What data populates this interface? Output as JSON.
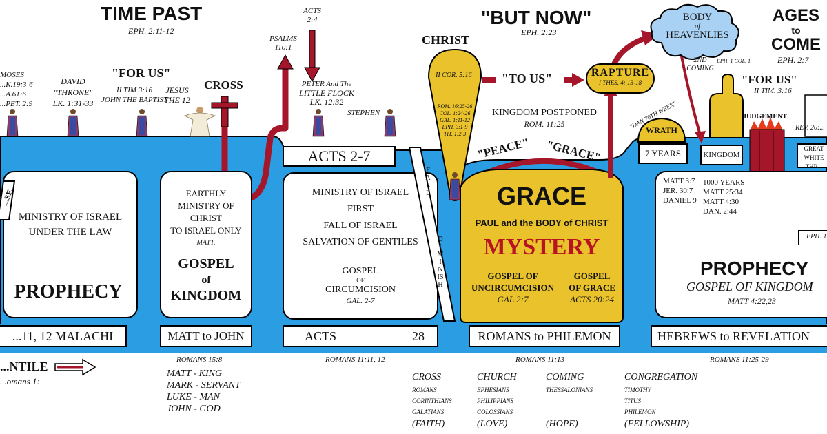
{
  "headings": {
    "time_past": "TIME PAST",
    "time_past_ref": "EPH. 2:11-12",
    "but_now": "\"BUT NOW\"",
    "but_now_ref": "EPH. 2:23",
    "ages": "AGES",
    "ages_to": "to",
    "ages_come": "COME",
    "ages_ref": "EPH. 2:7"
  },
  "cloud": {
    "line1": "BODY",
    "line2": "of",
    "line3": "HEAVENLIES"
  },
  "figures_labels": {
    "moses": [
      "MOSES",
      "...K.19:3-6",
      "...A.61:6",
      "...PET. 2:9"
    ],
    "david": [
      "DAVID",
      "\"THRONE\"",
      "LK. 1:31-33"
    ],
    "for_us_left": "\"FOR US\"",
    "for_us_left_refs": [
      "II TIM 3:16",
      "JOHN THE BAPTIST"
    ],
    "jesus": [
      "JESUS",
      "THE 12"
    ],
    "cross": "CROSS",
    "psalms": [
      "PSALMS",
      "110:1"
    ],
    "acts_top": [
      "ACTS",
      "2:4"
    ],
    "peter": [
      "PETER And The",
      "LITTLE FLOCK",
      "LK. 12:32"
    ],
    "stephen": "STEPHEN"
  },
  "christ": {
    "label": "CHRIST",
    "ref": "II COR. 5:16",
    "refs": [
      "ROM. 16:25-26",
      "COL. 1:24-26",
      "GAL. 1:11-12",
      "EPH. 3:1-9",
      "TIT. 1:2-3"
    ]
  },
  "to_us": "\"TO US\"",
  "rapture": {
    "label": "RAPTURE",
    "ref": "I THES. 4: 13-18"
  },
  "kingdom_postponed": {
    "label": "KINGDOM POSTPONED",
    "ref": "ROM. 11:25"
  },
  "right_top": {
    "second_coming": [
      "2ND",
      "COMING"
    ],
    "eph_ref": "EPH. 1 COL. 1",
    "for_us_right": "\"FOR US\"",
    "for_us_right_ref": "II TIM. 3:16",
    "dan": "\"DAN 70TH WEEK\"",
    "wrath": "WRATH",
    "judgement": "JUDGEMENT",
    "rev_ref": "REV. 20:..."
  },
  "arch": {
    "peace": "\"PEACE\"",
    "grace": "\"GRACE\""
  },
  "grace_panel": {
    "title": "GRACE",
    "subtitle": "PAUL and the BODY of CHRIST",
    "mystery": "MYSTERY",
    "left": [
      "GOSPEL OF",
      "UNCIRCUMCISION",
      "GAL 2:7"
    ],
    "right": [
      "GOSPEL",
      "OF GRACE",
      "ACTS 20:24"
    ]
  },
  "panels": {
    "law": {
      "lines": [
        "MINISTRY OF ISRAEL",
        "UNDER THE LAW"
      ],
      "title": "PROPHECY",
      "cut": "...SE"
    },
    "gospel_kingdom": {
      "lines": [
        "EARTHLY",
        "MINISTRY OF CHRIST",
        "TO ISRAEL ONLY"
      ],
      "ref": "MATT.",
      "title": [
        "GOSPEL",
        "of",
        "KINGDOM"
      ]
    },
    "acts": {
      "header": "ACTS  2-7",
      "lines": [
        "MINISTRY OF ISRAEL",
        "FIRST",
        "FALL OF ISRAEL",
        "SALVATION OF GENTILES"
      ],
      "gospel": [
        "GOSPEL",
        "OF",
        "CIRCUMCISION"
      ],
      "ref": "GAL. 2-7"
    },
    "fall": {
      "top": "FALL",
      "bottom": "DIMINISH"
    },
    "right": {
      "years": "7 YEARS",
      "kingdom": "KINGDOM",
      "refs_a": [
        "MATT 3:7",
        "JER. 30:7",
        "DANIEL 9"
      ],
      "refs_b": [
        "1000 YEARS",
        "MATT 25:34",
        "MATT 4:30",
        "DAN. 2:44"
      ],
      "title": "PROPHECY",
      "subtitle": "GOSPEL OF KINGDOM",
      "ref": "MATT 4:22,23",
      "great_white": [
        "GREAT",
        "WHITE THR..."
      ],
      "eph_cut": "EPH. 1..."
    }
  },
  "bottom_bar": {
    "malachi": "...11, 12   MALACHI",
    "matt_john": "MATT to JOHN",
    "acts": "ACTS",
    "acts_num": "28",
    "romans": "ROMANS to PHILEMON",
    "hebrews": "HEBREWS to REVELATION"
  },
  "under_refs": {
    "romans_15": "ROMANS 15:8",
    "romans_11_11": "ROMANS 11:11, 12",
    "romans_11_13": "ROMANS 11:13",
    "romans_11_25": "ROMANS 11:25-29"
  },
  "gentile": {
    "label": "...NTILE",
    "ref": "...omans 1:"
  },
  "gospels": [
    "MATT - KING",
    "MARK - SERVANT",
    "LUKE - MAN",
    "JOHN - GOD"
  ],
  "epistles": [
    {
      "head": "CROSS",
      "books": [
        "ROMANS",
        "CORINTHIANS",
        "GALATIANS"
      ],
      "virtue": "(FAITH)"
    },
    {
      "head": "CHURCH",
      "books": [
        "EPHESIANS",
        "PHILIPPIANS",
        "COLOSSIANS"
      ],
      "virtue": "(LOVE)"
    },
    {
      "head": "COMING",
      "books": [
        "THESSALONIANS"
      ],
      "virtue": "(HOPE)"
    },
    {
      "head": "CONGREGATION",
      "books": [
        "TIMOTHY",
        "TITUS",
        "PHILEMON"
      ],
      "virtue": "(FELLOWSHIP)"
    }
  ],
  "colors": {
    "blue": "#2b9de3",
    "gold": "#eac32c",
    "red": "#a5162b",
    "cloud": "#a9d1f3"
  }
}
